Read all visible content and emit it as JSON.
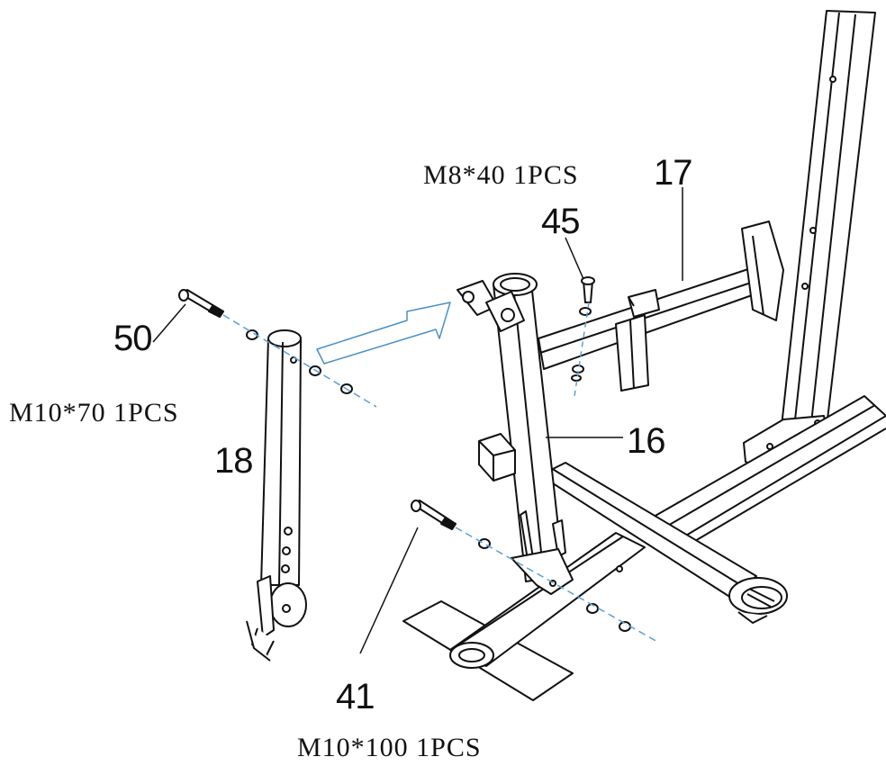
{
  "diagram": {
    "parts": [
      {
        "id": "part-17",
        "number": "17"
      },
      {
        "id": "part-16",
        "number": "16"
      },
      {
        "id": "part-18",
        "number": "18"
      },
      {
        "id": "part-45",
        "number": "45"
      },
      {
        "id": "part-50",
        "number": "50"
      },
      {
        "id": "part-41",
        "number": "41"
      }
    ],
    "hardware": {
      "bolt_45": "M8*40  1PCS",
      "bolt_50": "M10*70  1PCS",
      "bolt_41": "M10*100  1PCS"
    },
    "colors": {
      "line": "#111111",
      "assembly_arrow": "#4a90c8",
      "axis": "#5aa0d8"
    }
  }
}
